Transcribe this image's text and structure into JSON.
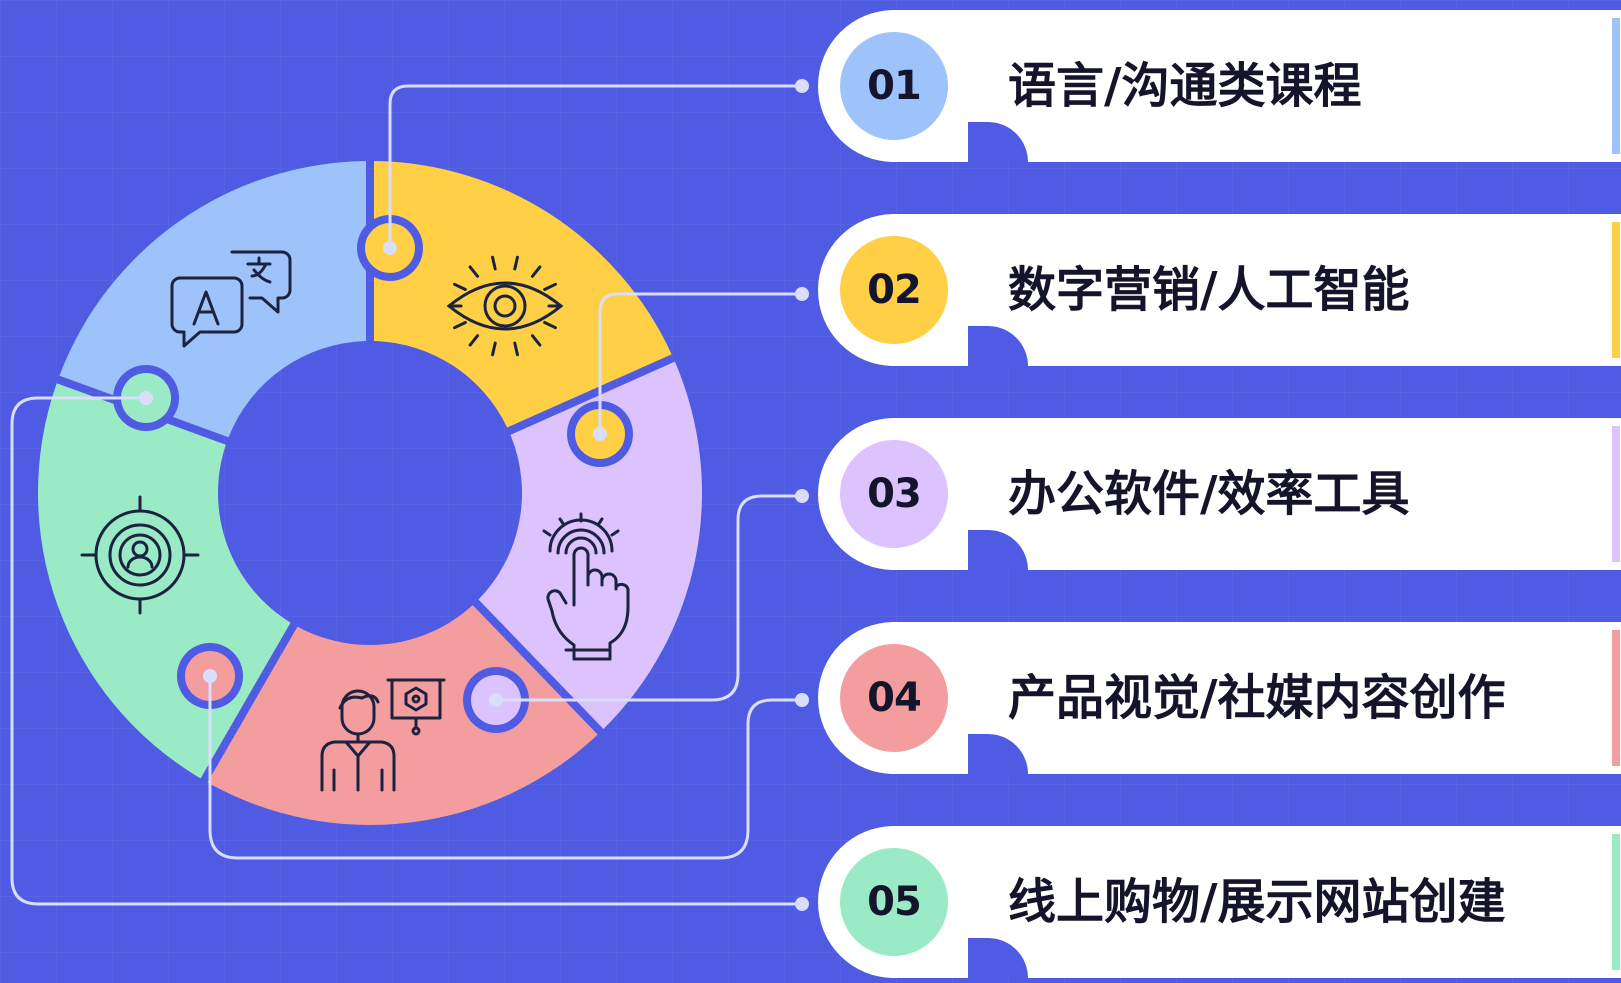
{
  "items": [
    {
      "number": "01",
      "label": "语言/沟通类课程",
      "color": "#9ec3fb",
      "icon": "translate-icon"
    },
    {
      "number": "02",
      "label": "数字营销/人工智能",
      "color": "#ffcf45",
      "icon": "eye-icon"
    },
    {
      "number": "03",
      "label": "办公软件/效率工具",
      "color": "#dcc3fd",
      "icon": "touch-icon"
    },
    {
      "number": "04",
      "label": "产品视觉/社媒内容创作",
      "color": "#f39d9f",
      "icon": "presenter-icon"
    },
    {
      "number": "05",
      "label": "线上购物/展示网站创建",
      "color": "#9aeac6",
      "icon": "target-user-icon"
    }
  ],
  "colors": {
    "background": "#4f5be3",
    "text": "#14142b",
    "connector": "#d8defb"
  }
}
